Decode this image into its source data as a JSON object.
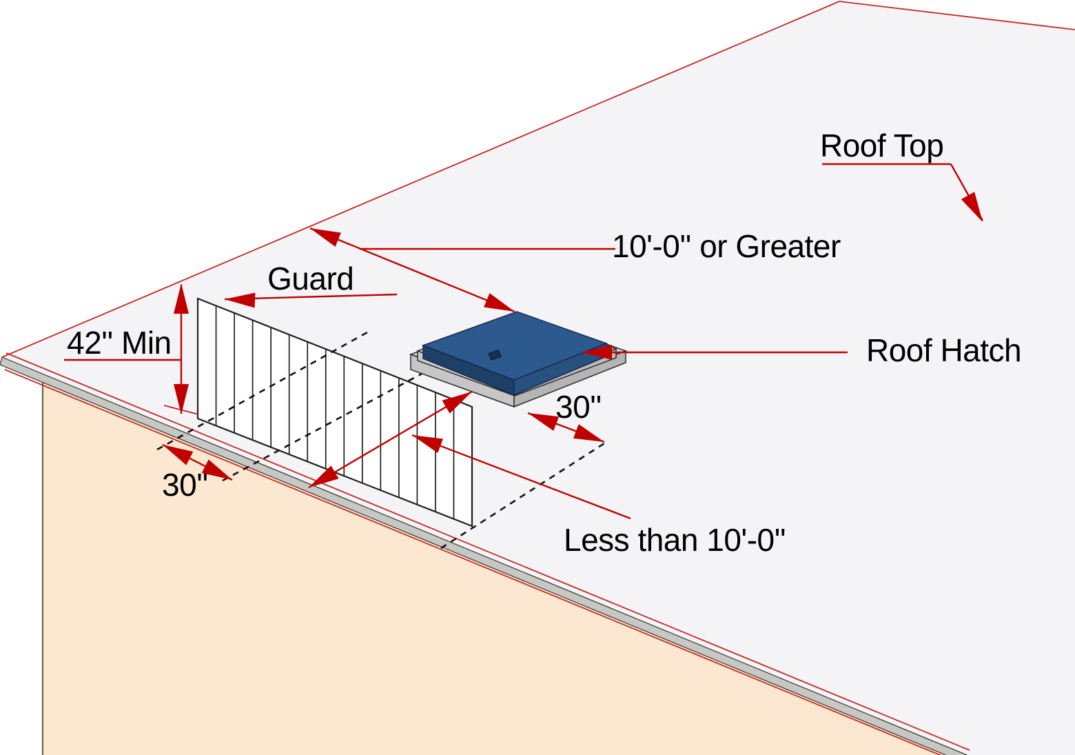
{
  "labels": {
    "roof_top": "Roof Top",
    "ten_or_greater": "10'-0'' or Greater",
    "guard": "Guard",
    "min_height": "42'' Min",
    "roof_hatch": "Roof Hatch",
    "clearance_right": "30''",
    "clearance_left": "30''",
    "less_than_ten": "Less than 10'-0''"
  },
  "colors": {
    "accent_red": "#c00000",
    "outline_red": "#c62828",
    "roof_gray": "#f4f4f6",
    "wall_peach": "#fce8d0",
    "fascia_gray": "#c8c8c2",
    "hatch_blue": "#2d5a8e",
    "hatch_blue_dark": "#1e3f66",
    "hatch_blue_mid": "#27517f",
    "hatch_gray_light": "#d6d6d6",
    "hatch_gray_mid": "#c6c6c6",
    "hatch_gray_dark": "#b5b5b5"
  }
}
